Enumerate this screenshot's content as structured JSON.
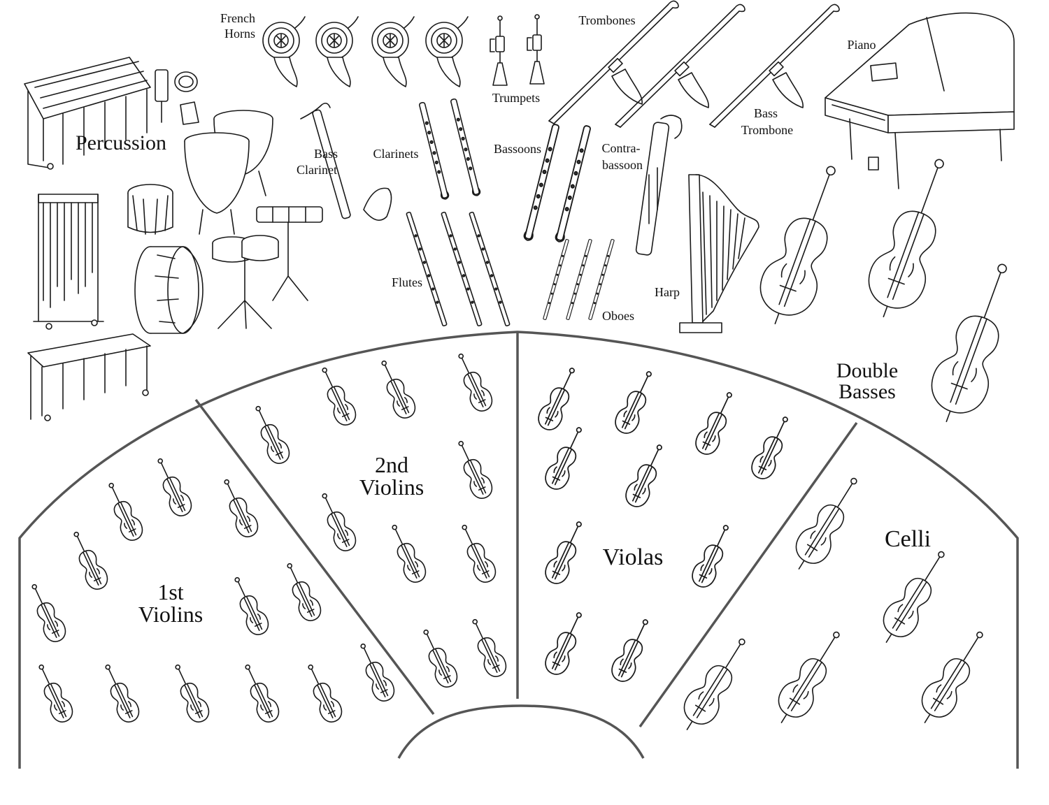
{
  "labels": {
    "french_horns": [
      "French",
      "Horns"
    ],
    "trumpets": "Trumpets",
    "trombones": "Trombones",
    "bass_trombone": [
      "Bass",
      "Trombone"
    ],
    "piano": "Piano",
    "percussion": "Percussion",
    "bass_clarinet": [
      "Bass",
      "Clarinet"
    ],
    "clarinets": "Clarinets",
    "bassoons": "Bassoons",
    "contrabassoon": [
      "Contra-",
      "bassoon"
    ],
    "flutes": "Flutes",
    "oboes": "Oboes",
    "harp": "Harp",
    "double_basses": [
      "Double",
      "Basses"
    ],
    "first_violins": [
      "1st",
      "Violins"
    ],
    "second_violins": [
      "2nd",
      "Violins"
    ],
    "violas": "Violas",
    "celli": "Celli"
  },
  "instrument_icons": {
    "violin": "violin-icon",
    "viola": "viola-icon",
    "cello": "cello-icon",
    "double_bass": "double-bass-icon",
    "french_horn": "french-horn-icon",
    "trumpet": "trumpet-icon",
    "trombone": "trombone-icon",
    "piano": "grand-piano-icon",
    "harp": "harp-icon",
    "timpani": "timpani-icon",
    "xylophone": "xylophone-icon",
    "chimes": "chimes-icon"
  },
  "colors": {
    "section_lines": "#555555",
    "ink": "#1a1a1a",
    "background": "#ffffff"
  }
}
